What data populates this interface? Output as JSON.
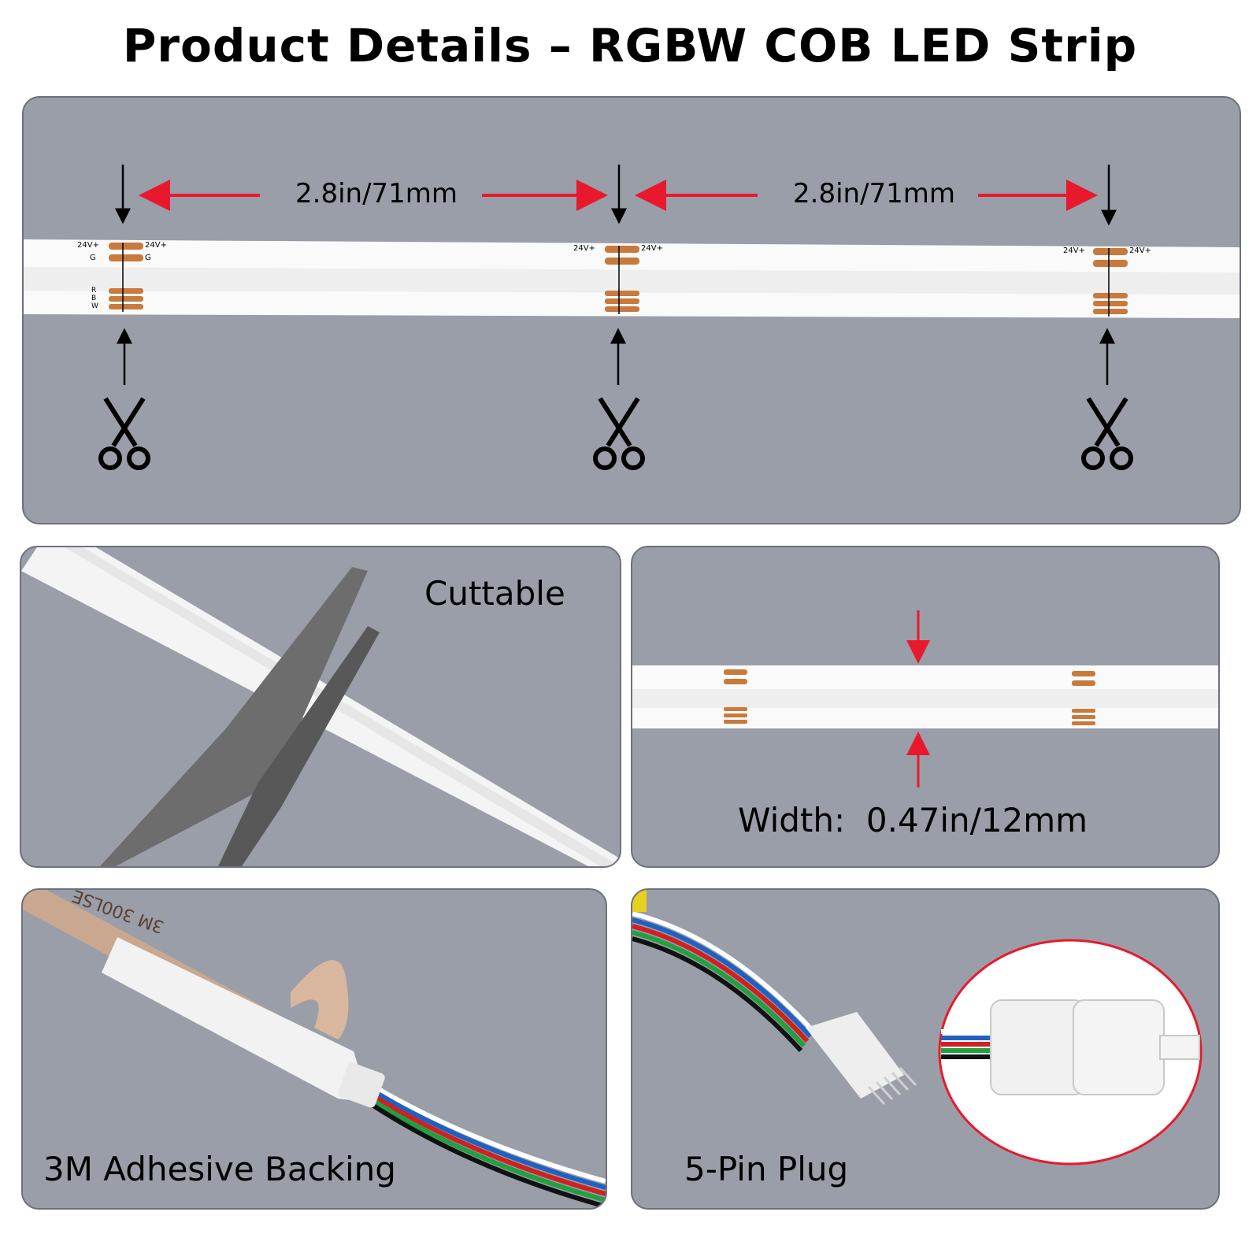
{
  "title": "Product Details – RGBW COB LED Strip",
  "cut_spacing": {
    "label_left": "2.8in/71mm",
    "label_right": "2.8in/71mm"
  },
  "pad_labels": {
    "vplus": "24V+",
    "g": "G",
    "r": "R",
    "b": "B",
    "w": "W"
  },
  "panels": {
    "cuttable": "Cuttable",
    "width": "Width:  0.47in/12mm",
    "adhesive": "3M Adhesive Backing",
    "plug": "5-Pin Plug"
  },
  "tape_text": "3M 300LSE",
  "colors": {
    "panel_bg": "#9a9ea8",
    "arrow_red": "#e8192c",
    "copper": "#c87a3c",
    "strip": "#fafafa"
  }
}
